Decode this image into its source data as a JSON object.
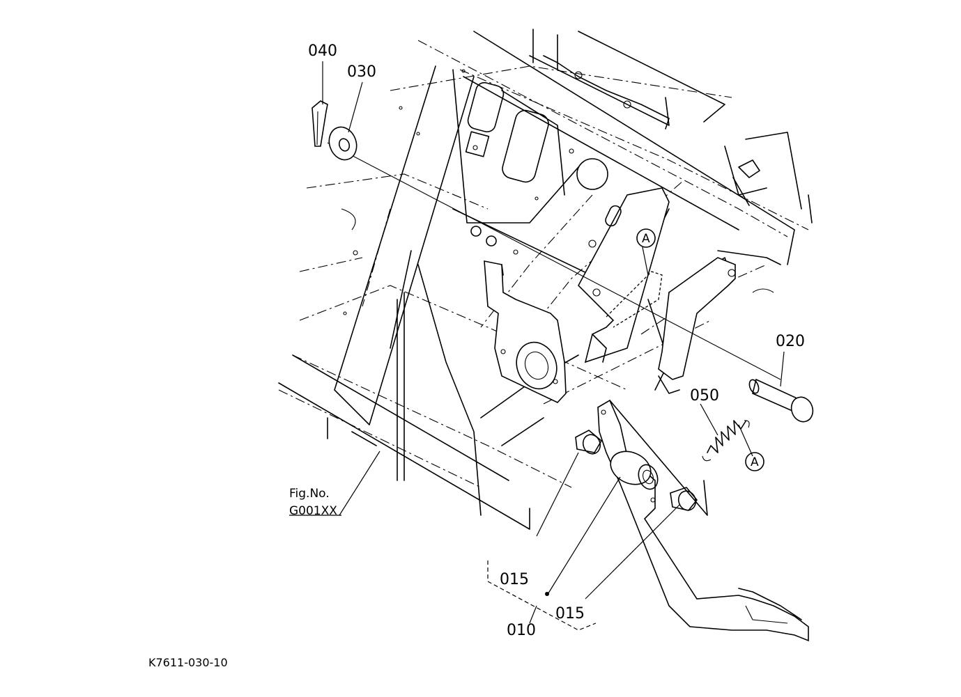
{
  "labels": {
    "part_040": "040",
    "part_030": "030",
    "part_020": "020",
    "part_050": "050",
    "part_015_upper": "015",
    "part_015_lower": "015",
    "part_010": "010",
    "ref_a_upper": "A",
    "ref_a_lower": "A",
    "fig_no": "Fig.No.",
    "fig_code": "G001XX",
    "drawing_code": "K7611-030-10"
  }
}
